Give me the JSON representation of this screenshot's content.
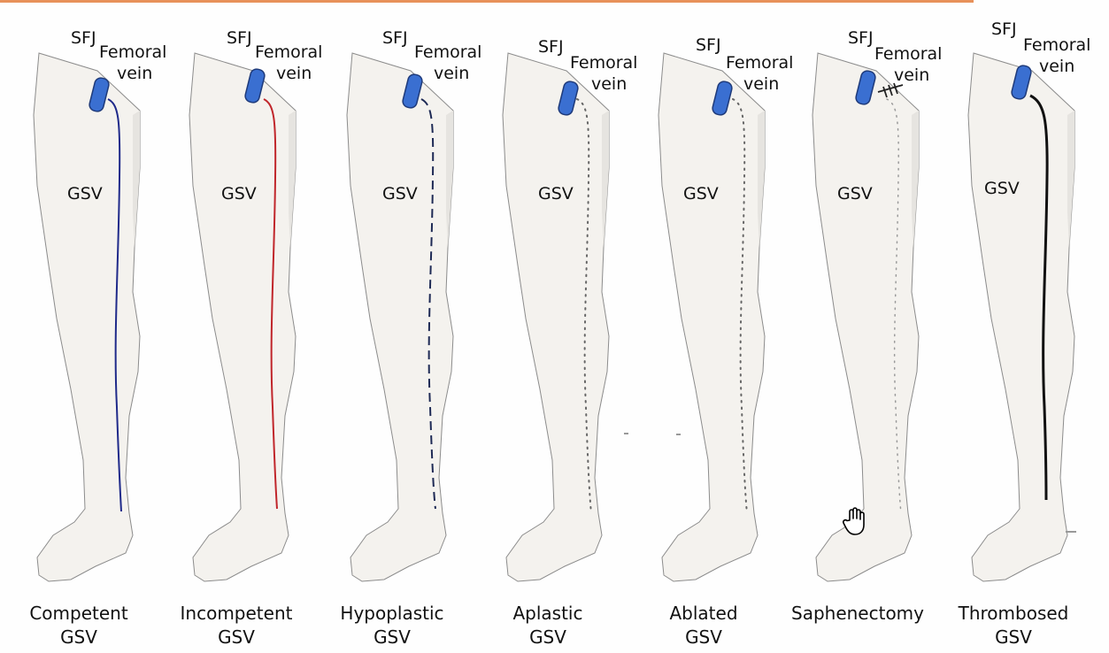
{
  "labels": {
    "sfj": "SFJ",
    "femoral_line1": "Femoral",
    "femoral_line2": "vein",
    "gsv": "GSV"
  },
  "panels": [
    {
      "caption_line1": "Competent",
      "caption_line2": "GSV",
      "vein_style": "solid",
      "vein_color": "#1f2a8a"
    },
    {
      "caption_line1": "Incompetent",
      "caption_line2": "GSV",
      "vein_style": "solid",
      "vein_color": "#c0262b"
    },
    {
      "caption_line1": "Hypoplastic",
      "caption_line2": "GSV",
      "vein_style": "dashed",
      "vein_color": "#1e2a55"
    },
    {
      "caption_line1": "Aplastic",
      "caption_line2": "GSV",
      "vein_style": "dotted",
      "vein_color": "#666666"
    },
    {
      "caption_line1": "Ablated",
      "caption_line2": "GSV",
      "vein_style": "dotted",
      "vein_color": "#666666"
    },
    {
      "caption_line1": "Saphenectomy",
      "caption_line2": "",
      "vein_style": "dotted-faint",
      "vein_color": "#9a9a9a",
      "ligated": true
    },
    {
      "caption_line1": "Thrombosed",
      "caption_line2": "GSV",
      "vein_style": "solid-thick",
      "vein_color": "#111111"
    }
  ],
  "colors": {
    "femoral_vein": "#3a6fd1",
    "leg_fill": "#f4f2ee",
    "leg_stroke": "#8c8c8c",
    "accent_bar": "#e8915a"
  },
  "icons": {
    "cursor": "hand-pointer-icon"
  }
}
